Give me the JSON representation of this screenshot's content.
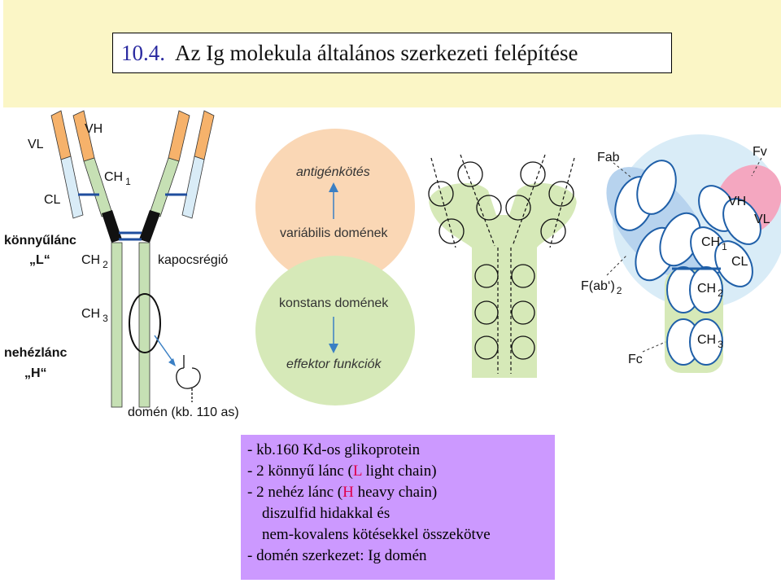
{
  "title": {
    "number": "10.4.",
    "text": "Az Ig molekula általános szerkezeti felépítése"
  },
  "left_labels": {
    "vl": "VL",
    "vh": "VH",
    "cl": "CL",
    "ch1": "CH",
    "ch1_sub": "1",
    "light_chain_1": "könnyűlánc",
    "light_chain_2": "„L“",
    "ch2": "CH",
    "ch2_sub": "2",
    "hinge": "kapocsrégió",
    "ch3": "CH",
    "ch3_sub": "3",
    "heavy_chain_1": "nehézlánc",
    "heavy_chain_2": "„H“",
    "domain": "domén (kb. 110 as)"
  },
  "middle_labels": {
    "antigen_binding": "antigénkötés",
    "variable_domains": "variábilis domének",
    "constant_domains": "konstans domének",
    "effector_functions": "effektor funkciók"
  },
  "right_labels": {
    "fab": "Fab",
    "fv": "Fv",
    "vh": "VH",
    "vl": "VL",
    "ch1": "CH",
    "ch1_sub": "1",
    "cl": "CL",
    "fab2": "F(ab‘)",
    "fab2_sub": "2",
    "ch2": "CH",
    "ch2_sub": "2",
    "ch3": "CH",
    "ch3_sub": "3",
    "fc": "Fc"
  },
  "info": {
    "line1": "- kb.160 Kd-os glikoprotein",
    "line2_pre": "- 2 könnyű lánc (",
    "line2_letter": "L",
    "line2_post": " light chain)",
    "line3_pre": "- 2 nehéz lánc (",
    "line3_letter": "H",
    "line3_post": " heavy chain)",
    "line4": "diszulfid hidakkal  és",
    "line5": "nem-kovalens kötésekkel összekötve",
    "line6": "- domén szerkezet: Ig domén"
  },
  "colors": {
    "background_band": "#fbf6c6",
    "info_box": "#cc99ff",
    "variable_orange": "#f6b26b",
    "constant_green": "#c6e0b4",
    "light_blue": "#d9ecf7",
    "antigen_zone": "#fad7b5",
    "constant_zone": "#d6e9b8",
    "fv_pink": "#f4a7c0",
    "fab_blue": "#b7d3ee"
  }
}
